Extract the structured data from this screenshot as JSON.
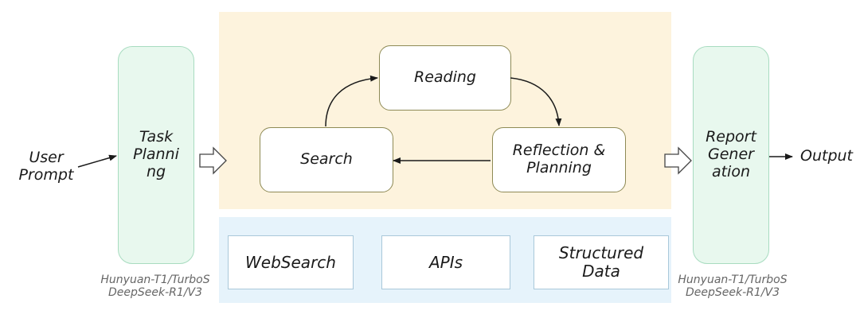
{
  "input": {
    "label": "User\nPrompt"
  },
  "output": {
    "label": "Output"
  },
  "task_planning": {
    "label": "Task\nPlanni\nng",
    "models": "Hunyuan-T1/TurboS\nDeepSeek-R1/V3"
  },
  "report_generation": {
    "label": "Report\nGener\nation",
    "models": "Hunyuan-T1/TurboS\nDeepSeek-R1/V3"
  },
  "loop": {
    "reading": "Reading",
    "search": "Search",
    "reflection": "Reflection &\nPlanning"
  },
  "sources": [
    "WebSearch",
    "APIs",
    "Structured\nData"
  ],
  "colors": {
    "loop_panel": "#fdf3dd",
    "source_panel": "#e6f3fb",
    "pill_fill": "#e8f8ee",
    "pill_border": "#a8dcc0",
    "node_border": "#8e8a55"
  }
}
